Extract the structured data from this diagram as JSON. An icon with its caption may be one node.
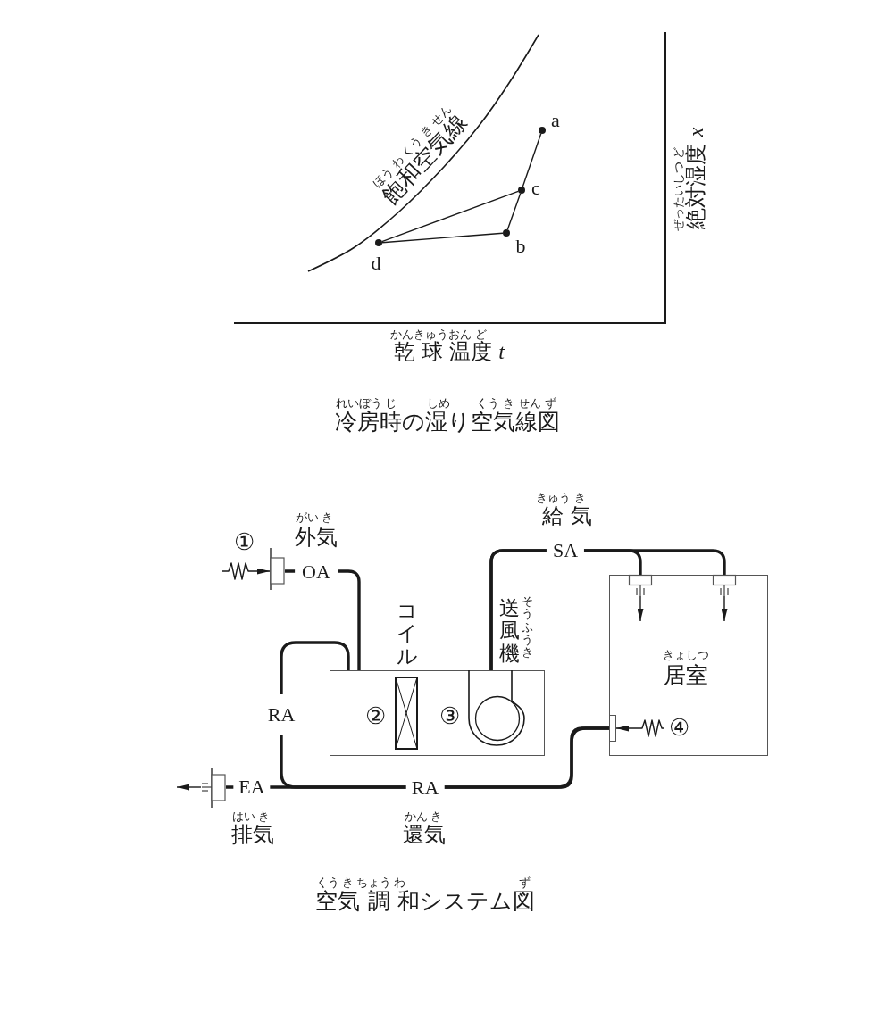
{
  "diagram": {
    "nodes": [
      {
        "text": [],
        "shape": "circle",
        "beside": [
          "a"
        ]
      },
      {
        "text": [],
        "shape": "circle",
        "beside": [
          "c"
        ]
      },
      {
        "text": [],
        "shape": "circle",
        "beside": [
          "b"
        ]
      },
      {
        "text": [],
        "shape": "circle",
        "beside": [
          "d"
        ]
      },
      {
        "text": [],
        "shape": "box",
        "beside": [
          "①"
        ]
      },
      {
        "text": [],
        "shape": "box"
      },
      {
        "text": [],
        "shape": "box",
        "in": 5,
        "beside": [
          "②"
        ]
      },
      {
        "text": [],
        "shape": "circle",
        "in": 5,
        "beside": [
          "③"
        ]
      },
      {
        "text": [
          "きょしつ",
          "居室"
        ]
      },
      {
        "text": [],
        "shape": "box",
        "in": 8
      },
      {
        "text": [],
        "shape": "box",
        "in": 8
      },
      {
        "text": [],
        "shape": "box",
        "in": 8,
        "beside": [
          "④"
        ]
      },
      {
        "text": [],
        "shape": "box"
      }
    ],
    "edges": [
      {
        "from": 0,
        "to": 1,
        "arrow": "none"
      },
      {
        "from": 1,
        "to": 2,
        "arrow": "none"
      },
      {
        "from": 2,
        "to": 3,
        "arrow": "none"
      },
      {
        "from": 3,
        "to": 1,
        "arrow": "none"
      },
      {
        "from": 4,
        "to": 5,
        "arrow": "none",
        "label": "OA",
        "style": "thick"
      },
      {
        "from": 11,
        "to": 5,
        "arrow": "none",
        "label": "RA",
        "style": "thick"
      },
      {
        "from": 11,
        "to": 12,
        "arrow": "none",
        "label": "EA",
        "style": "thick"
      },
      {
        "from": 7,
        "to": 9,
        "arrow": "none",
        "label": "SA",
        "style": "thick"
      },
      {
        "from": 7,
        "to": 10,
        "arrow": "none",
        "style": "thick"
      },
      {
        "from": null,
        "to": 4,
        "arrow": "to"
      },
      {
        "from": 12,
        "to": null,
        "arrow": "to"
      },
      {
        "from": 9,
        "to": null,
        "arrow": "to"
      },
      {
        "from": 10,
        "to": null,
        "arrow": "to"
      },
      {
        "from": null,
        "to": 11,
        "arrow": "to"
      }
    ],
    "labels": [
      "ほう わ くう き せん",
      "飽和空気線",
      "ぜったいしつ ど",
      "絶対湿度 *x*",
      "かんきゅうおん ど",
      "乾 球 温度 *t*",
      "れいぼう じ",
      "しめ",
      "くう き せん ず",
      "冷房時の湿り空気線図",
      "きゅう き",
      "給 気",
      "がい き",
      "外気",
      "コイル",
      "送風機",
      "そうふうき",
      "RA",
      "はい き",
      "排気",
      "かん き",
      "還気",
      "くう き ちょう わ",
      "ず",
      "空気 調 和システム図"
    ]
  }
}
